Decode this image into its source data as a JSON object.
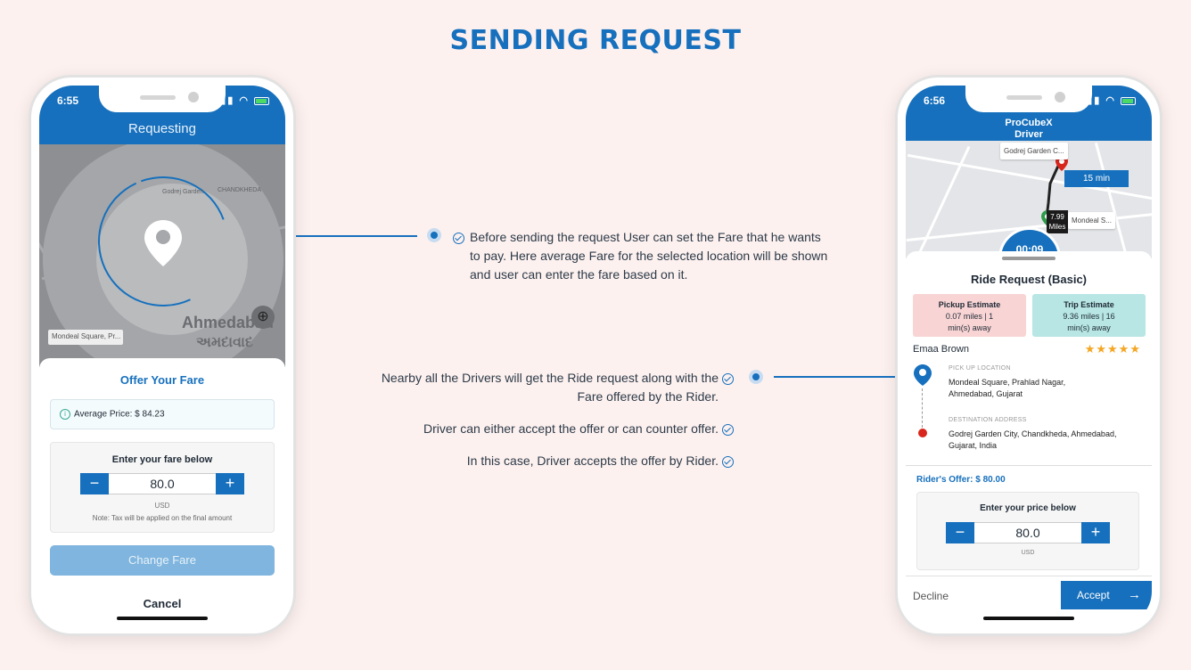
{
  "title": "SENDING REQUEST",
  "left_phone": {
    "time": "6:55",
    "header_title": "Requesting",
    "map": {
      "city_name": "Ahmedabad",
      "city_name_local": "અમદાવાદ",
      "location_label": "Mondeal Square, Pr...",
      "place_label_1": "Godrej Garden",
      "place_label_2": "CHANDKHEDA"
    },
    "offer_title": "Offer Your Fare",
    "average_price": "Average Price: $ 84.23",
    "fare_label": "Enter your fare below",
    "fare_value": "80.0",
    "currency": "USD",
    "note": "Note: Tax will be applied on the final amount",
    "change_fare_label": "Change Fare",
    "cancel_label": "Cancel"
  },
  "right_phone": {
    "time": "6:56",
    "header_title_1": "ProCubeX",
    "header_title_2": "Driver",
    "map": {
      "destination_tag": "Godrej Garden C...",
      "pickup_tag": "Mondeal S...",
      "eta": "15 min",
      "distance_value": "7.99",
      "distance_unit": "Miles",
      "timer": "00:09"
    },
    "ride_title": "Ride Request (Basic)",
    "pickup_estimate": {
      "heading": "Pickup Estimate",
      "line1": "0.07 miles | 1",
      "line2": "min(s) away"
    },
    "trip_estimate": {
      "heading": "Trip Estimate",
      "line1": "9.36 miles | 16",
      "line2": "min(s) away"
    },
    "rider_name": "Emaa Brown",
    "rating": "★★★★★",
    "pickup_label": "PICK UP LOCATION",
    "pickup_address_1": "Mondeal Square, Prahlad Nagar,",
    "pickup_address_2": "Ahmedabad, Gujarat",
    "destination_label": "DESTINATION ADDRESS",
    "destination_address_1": "Godrej Garden City, Chandkheda, Ahmedabad,",
    "destination_address_2": "Gujarat, India",
    "riders_offer": "Rider's Offer: $ 80.00",
    "price_label": "Enter your price below",
    "price_value": "80.0",
    "currency": "USD",
    "decline_label": "Decline",
    "accept_label": "Accept"
  },
  "annotations": {
    "right_note_1": "Before sending the request User can set the Fare that he wants",
    "right_note_2": "to pay. Here average Fare for the selected location will be shown",
    "right_note_3": "and user can enter the fare based on it.",
    "left_note_1a": "Nearby all the Drivers will get the Ride request along with the",
    "left_note_1b": "Fare offered by the Rider.",
    "left_note_2": "Driver can either accept the offer or can counter offer.",
    "left_note_3": "In this case, Driver accepts the offer by Rider."
  },
  "colors": {
    "brand_blue": "#1670bd",
    "background": "#fdf1ef",
    "star": "#f5a623"
  }
}
